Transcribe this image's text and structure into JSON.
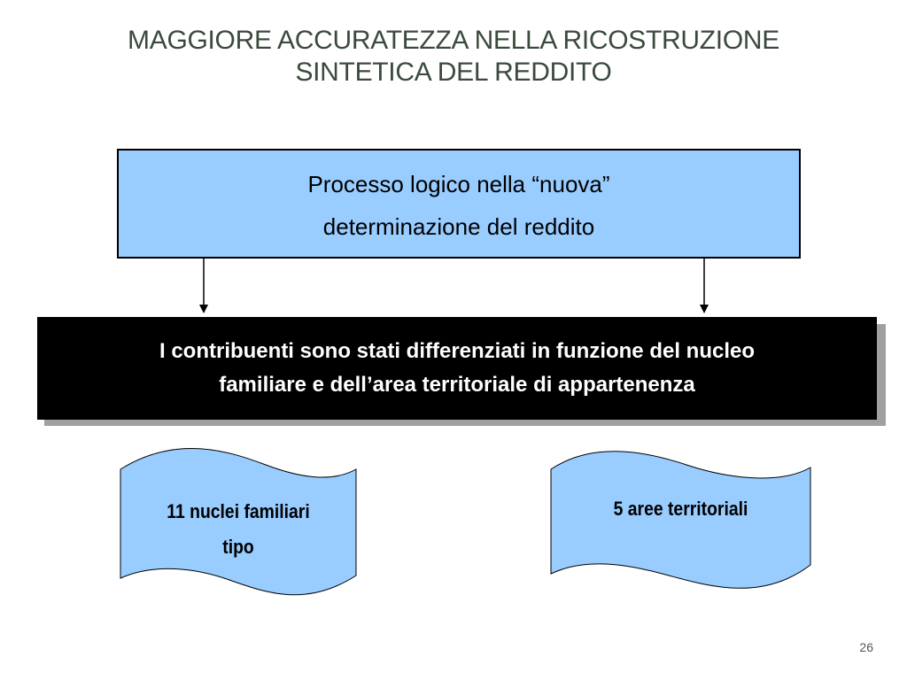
{
  "title": {
    "line1": "MAGGIORE ACCURATEZZA NELLA RICOSTRUZIONE",
    "line2": "SINTETICA DEL REDDITO"
  },
  "top_box": {
    "line1": "Processo logico nella “nuova”",
    "line2": "determinazione del reddito"
  },
  "black_box": {
    "line1": "I contribuenti sono stati differenziati in funzione del nucleo",
    "line2": "familiare e dell’area territoriale di appartenenza"
  },
  "left_wave": {
    "line1": "11 nuclei familiari",
    "line2": "tipo"
  },
  "right_wave": {
    "line1": "5 aree territoriali"
  },
  "page_number": "26",
  "colors": {
    "title": "#3a4a3c",
    "light_blue": "#99ccff",
    "black_box": "#000000",
    "shadow": "#a0a0a0"
  }
}
